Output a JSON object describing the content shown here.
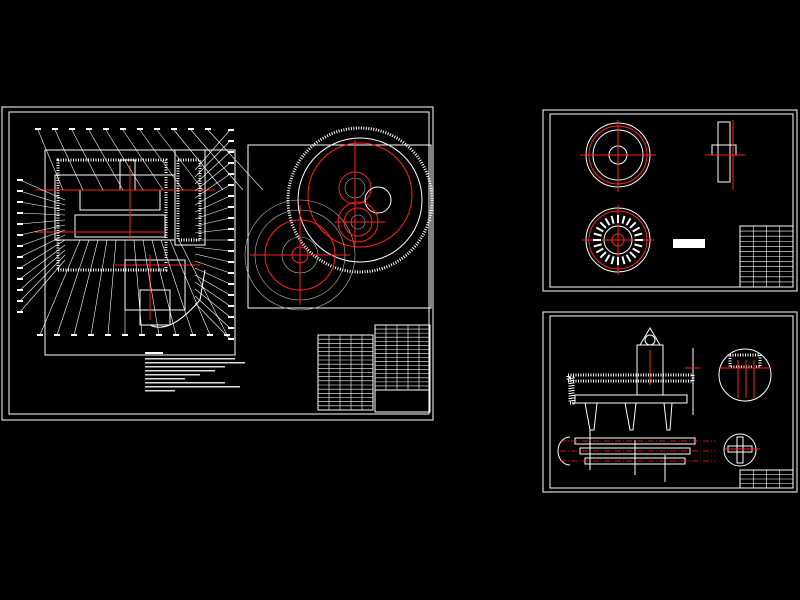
{
  "canvas": {
    "background": "#000000"
  },
  "colors": {
    "outline": "#ffffff",
    "centerline": "#ff2020",
    "dim": "#bbbbbb"
  },
  "sheets": [
    {
      "view": "gearbox-assembly",
      "parts": [
        "section-view",
        "gear-train-end-view",
        "technical-notes",
        "parts-list",
        "title-block"
      ]
    },
    {
      "view": "disc-part",
      "parts": [
        "front-view",
        "side-section",
        "rear-view",
        "notes",
        "title-block"
      ]
    },
    {
      "view": "frame-part",
      "parts": [
        "front-section",
        "detail-circle-1",
        "top-view",
        "detail-circle-2",
        "title-block"
      ]
    }
  ]
}
